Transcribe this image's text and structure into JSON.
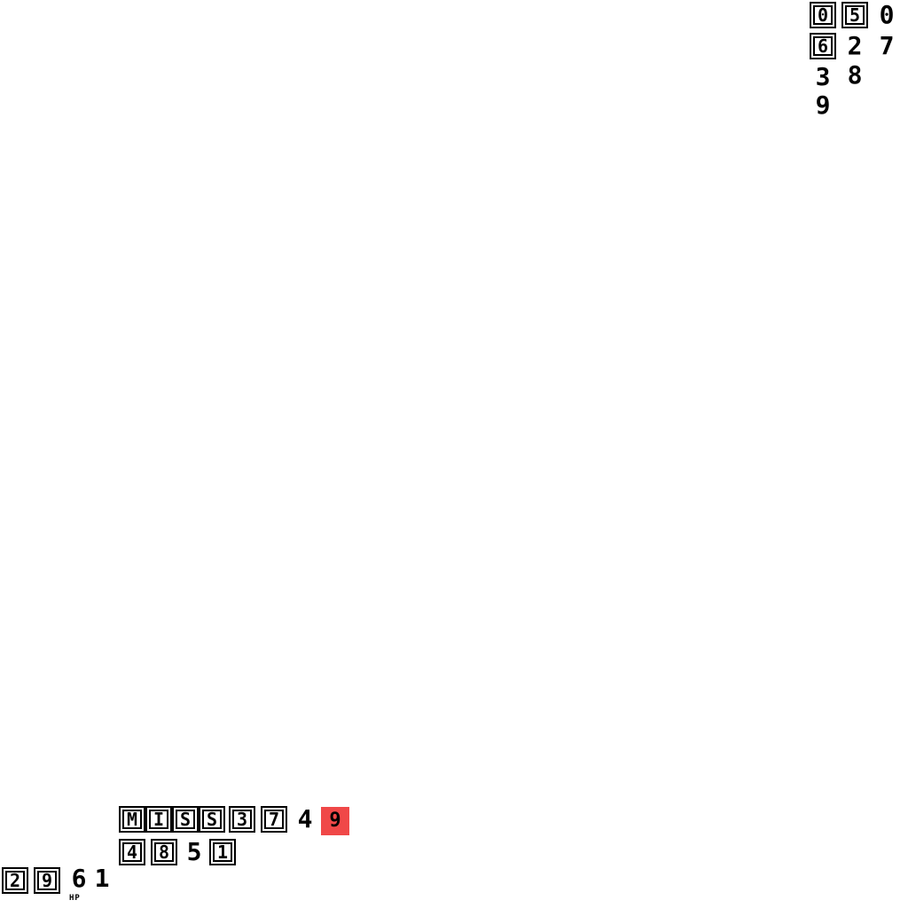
{
  "colors": {
    "ink": "#000000",
    "paper": "#ffffff",
    "highlight": "#f04848"
  },
  "queue_panel": {
    "cells": [
      "0",
      "5",
      "0",
      "6",
      "2",
      "7",
      "3",
      "8",
      "9"
    ]
  },
  "status_row": {
    "cells": [
      "M",
      "I",
      "S",
      "S",
      "3",
      "7",
      "4",
      "9"
    ]
  },
  "middle_row": {
    "cells": [
      "4",
      "8",
      "5",
      "1"
    ]
  },
  "bottom_row": {
    "cells": [
      "2",
      "9",
      "6",
      "1"
    ],
    "small_label": "HP"
  }
}
